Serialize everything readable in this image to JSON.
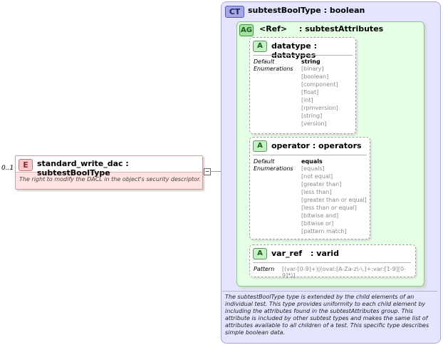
{
  "element": {
    "badge": "E",
    "name": "standard_write_dac",
    "type_sep": ":",
    "type": "subtestBoolType",
    "cardinality": "0..1",
    "documentation": "The right to modify the DACL in the object's security descriptor.",
    "connector": "−"
  },
  "complex_type": {
    "badge": "CT",
    "name": "subtestBoolType",
    "type_sep": ":",
    "base": "boolean",
    "documentation": "The subtestBoolType type is extended by the child elements of an individual test.  This type provides uniformity to each child element by including the attributes found in the subtestAttributes group.  This attribute is included by other subtest types and makes the same list of attributes available to all children of a test.  This specific type describes simple boolean data."
  },
  "attribute_group": {
    "badge": "AG",
    "ref_label": "<Ref>",
    "name": ": subtestAttributes"
  },
  "attributes": [
    {
      "badge": "A",
      "name": "datatype",
      "type": ": datatypes",
      "default_label": "Default",
      "default": "string",
      "enum_label": "Enumerations",
      "enumerations": [
        "[binary]",
        "[boolean]",
        "[component]",
        "[float]",
        "[int]",
        "[rpmversion]",
        "[string]",
        "[version]"
      ]
    },
    {
      "badge": "A",
      "name": "operator",
      "type": ": operators",
      "default_label": "Default",
      "default": "equals",
      "enum_label": "Enumerations",
      "enumerations": [
        "[equals]",
        "[not equal]",
        "[greater than]",
        "[less than]",
        "[greater than or equal]",
        "[less than or equal]",
        "[bitwise and]",
        "[bitwise or]",
        "[pattern match]"
      ]
    },
    {
      "badge": "A",
      "name": "var_ref",
      "type": ": varid",
      "pattern_label": "Pattern",
      "pattern": "[(var-[0-9]+)|(oval:[A-Za-z\\-\\.]+:var:[1-9][0-9]*)]"
    }
  ],
  "colors": {
    "element_bg": "#ffe3e3",
    "complex_type_bg": "#e5e5ff",
    "attribute_group_bg": "#e5ffe5"
  }
}
